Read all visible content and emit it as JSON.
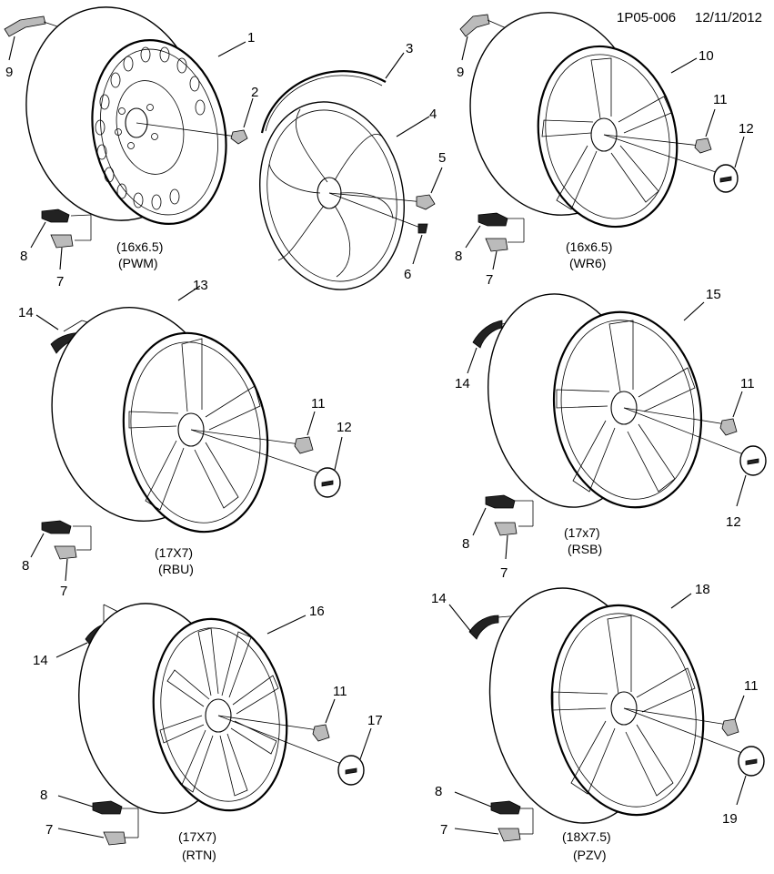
{
  "header": {
    "doc_id": "1P05-006",
    "date": "12/11/2012"
  },
  "groups": [
    {
      "size": "(16x6.5)",
      "code": "(PWM)"
    },
    {
      "size": "(16x6.5)",
      "code": "(WR6)"
    },
    {
      "size": "(17X7)",
      "code": "(RBU)"
    },
    {
      "size": "(17x7)",
      "code": "(RSB)"
    },
    {
      "size": "(17X7)",
      "code": "(RTN)"
    },
    {
      "size": "(18X7.5)",
      "code": "(PZV)"
    }
  ],
  "callouts": {
    "c1": "1",
    "c2": "2",
    "c3": "3",
    "c4": "4",
    "c5": "5",
    "c6": "6",
    "c7": "7",
    "c8": "8",
    "c9": "9",
    "c10": "10",
    "c11": "11",
    "c12": "12",
    "c13": "13",
    "c14": "14",
    "c15": "15",
    "c16": "16",
    "c17": "17",
    "c18": "18",
    "c19": "19"
  },
  "colors": {
    "line": "#000000",
    "background": "#ffffff",
    "shade": "#222222"
  }
}
